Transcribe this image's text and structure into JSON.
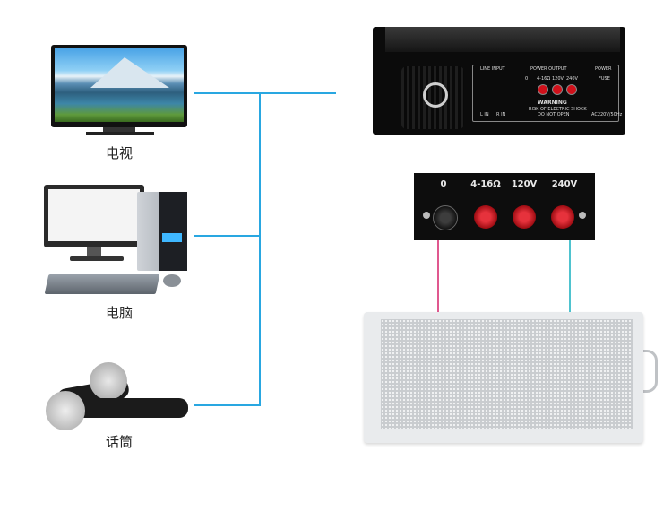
{
  "devices": {
    "tv": {
      "label": "电视",
      "icon": "tv-icon"
    },
    "computer": {
      "label": "电脑",
      "icon": "computer-icon"
    },
    "microphone": {
      "label": "话筒",
      "icon": "microphone-icon"
    }
  },
  "amplifier": {
    "panel_labels": {
      "line_input": "LINE INPUT",
      "power_output": "POWER OUTPUT",
      "power": "POWER",
      "warning_title": "WARNING",
      "warning_line1": "RISK OF ELECTRIC SHOCK",
      "warning_line2": "DO NOT OPEN",
      "fuse": "FUSE",
      "ac": "AC220V/50Hz",
      "out_0": "0",
      "out_4_16": "4-16Ω",
      "out_120": "120V",
      "out_240": "240V",
      "input_l": "L IN",
      "input_r": "R IN"
    }
  },
  "terminal_block": {
    "terminals": [
      "0",
      "4-16Ω",
      "120V",
      "240V"
    ]
  },
  "colors": {
    "source_wire": "#29a7e1",
    "speaker_wire_1": "#e0588f",
    "speaker_wire_2": "#4fc3cf",
    "terminal_red": "#d0101a"
  }
}
